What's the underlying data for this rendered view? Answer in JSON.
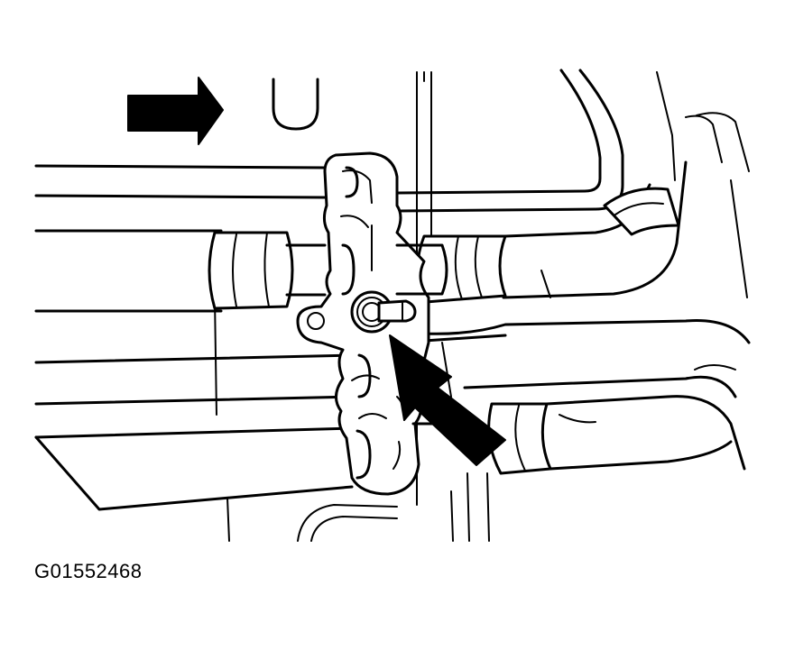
{
  "figure": {
    "code": "G01552468"
  },
  "arrows": {
    "direction_arrow": "right",
    "pointer_arrow": "up-left"
  },
  "colors": {
    "ink": "#000000",
    "paper": "#ffffff"
  }
}
